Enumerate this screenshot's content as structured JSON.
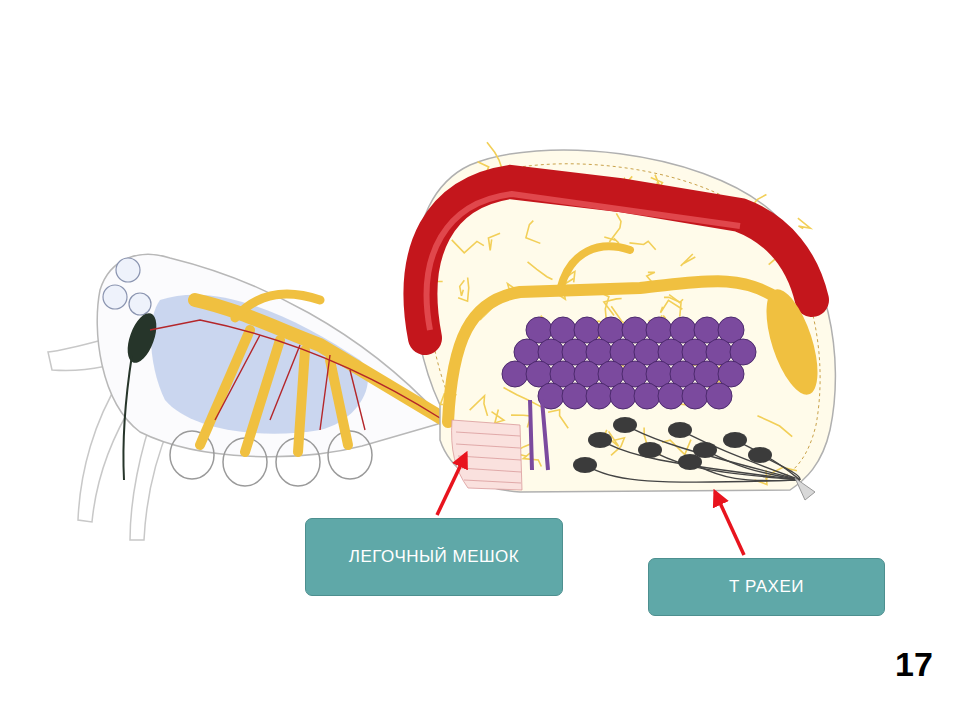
{
  "diagram": {
    "nodes": [
      {
        "text": [
          "ЛЕГОЧНЫЙ МЕШОК"
        ]
      },
      {
        "text": [
          "Т РАХЕИ"
        ]
      }
    ],
    "labels": [
      "17"
    ]
  }
}
